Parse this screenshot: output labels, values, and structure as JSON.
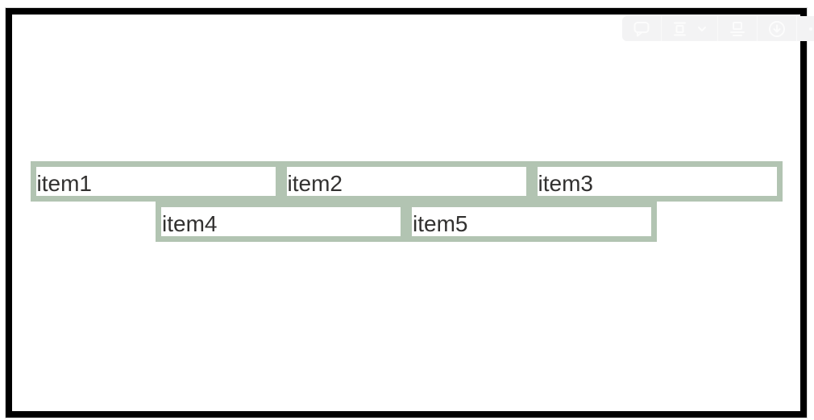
{
  "window": {
    "frame_border_color": "#000000",
    "background": "#ffffff"
  },
  "toolbar": {
    "background": "#f3f3f4",
    "icon_color": "#fcfcfc",
    "icons": [
      {
        "name": "comment-icon"
      },
      {
        "name": "text-layout-icon",
        "has_dropdown": true
      },
      {
        "name": "reading-bar-icon"
      },
      {
        "name": "download-icon"
      },
      {
        "name": "more-icon"
      }
    ]
  },
  "list": {
    "item_border_color": "#b2c4b2",
    "text_color": "#323130",
    "items": [
      {
        "label": "item1"
      },
      {
        "label": "item2"
      },
      {
        "label": "item3"
      },
      {
        "label": "item4"
      },
      {
        "label": "item5"
      }
    ]
  }
}
